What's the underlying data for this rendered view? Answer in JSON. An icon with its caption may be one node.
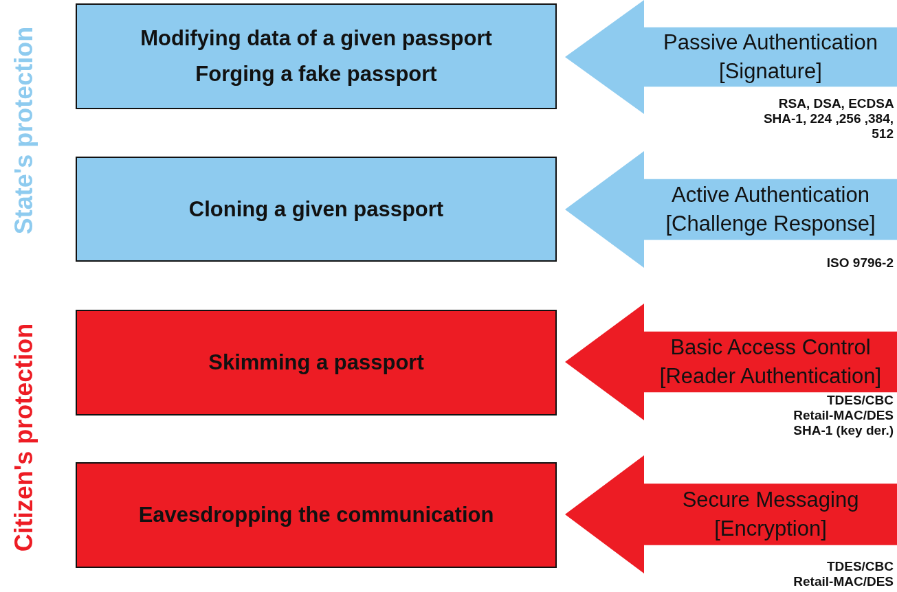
{
  "diagram": {
    "nodes": [
      {
        "text": [
          "Modifying data of a given passport",
          "Forging a fake passport"
        ]
      },
      {
        "text": [
          "Passive Authentication",
          "[Signature]"
        ],
        "beside": [
          "RSA, DSA, ECDSA SHA-1, 224 ,256 ,384, 512"
        ]
      },
      {
        "text": [
          "Cloning a given passport"
        ]
      },
      {
        "text": [
          "Active Authentication",
          "[Challenge Response]"
        ],
        "beside": [
          "ISO 9796-2"
        ]
      },
      {
        "text": [
          "Skimming a passport"
        ]
      },
      {
        "text": [
          "Basic Access Control",
          "[Reader Authentication]"
        ],
        "beside": [
          "TDES/CBC Retail-MAC/DES SHA-1 (key der.)"
        ]
      },
      {
        "text": [
          "Eavesdropping the communication"
        ]
      },
      {
        "text": [
          "Secure Messaging",
          "[Encryption]"
        ],
        "beside": [
          "TDES/CBC Retail-MAC/DES"
        ]
      }
    ],
    "labels": [
      "State's protection",
      "Citizen's protection"
    ]
  }
}
